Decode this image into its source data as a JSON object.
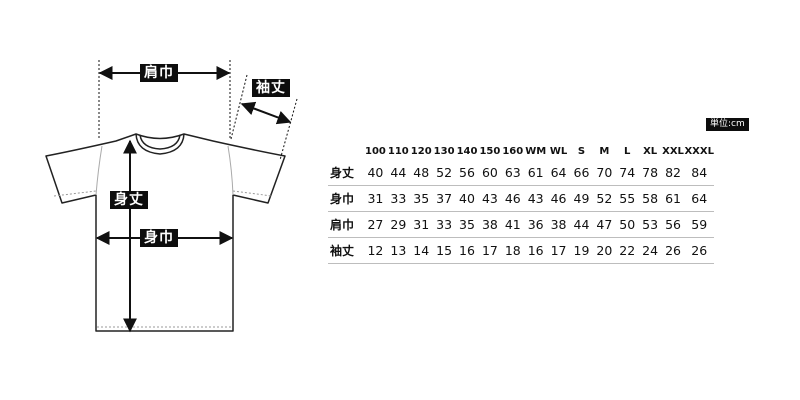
{
  "labels": {
    "shoulder_width": "肩巾",
    "sleeve_length": "袖丈",
    "body_length": "身丈",
    "body_width": "身巾"
  },
  "unit": "単位:cm",
  "table": {
    "columns": [
      "100",
      "110",
      "120",
      "130",
      "140",
      "150",
      "160",
      "WM",
      "WL",
      "S",
      "M",
      "L",
      "XL",
      "XXL",
      "XXXL"
    ],
    "rows": [
      {
        "label": "身丈",
        "values": [
          "40",
          "44",
          "48",
          "52",
          "56",
          "60",
          "63",
          "61",
          "64",
          "66",
          "70",
          "74",
          "78",
          "82",
          "84"
        ]
      },
      {
        "label": "身巾",
        "values": [
          "31",
          "33",
          "35",
          "37",
          "40",
          "43",
          "46",
          "43",
          "46",
          "49",
          "52",
          "55",
          "58",
          "61",
          "64"
        ]
      },
      {
        "label": "肩巾",
        "values": [
          "27",
          "29",
          "31",
          "33",
          "35",
          "38",
          "41",
          "36",
          "38",
          "44",
          "47",
          "50",
          "53",
          "56",
          "59"
        ]
      },
      {
        "label": "袖丈",
        "values": [
          "12",
          "13",
          "14",
          "15",
          "16",
          "17",
          "18",
          "16",
          "17",
          "19",
          "20",
          "22",
          "24",
          "26",
          "26"
        ]
      }
    ]
  }
}
